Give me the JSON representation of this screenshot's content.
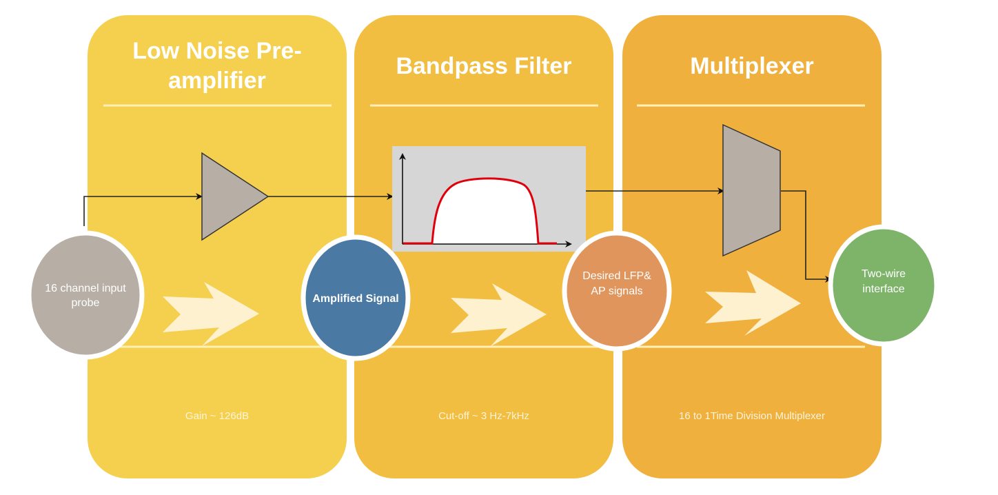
{
  "colors": {
    "panel_preamp": "#f5d04e",
    "panel_filter": "#f2be42",
    "panel_mux": "#f0b03e",
    "divider": "#fcefb8",
    "flow_arrow": "#fdf1d0",
    "node_probe": "#b7aea6",
    "node_amplified": "#4a7aa4",
    "node_desired": "#e0955c",
    "node_twowire": "#7db46a",
    "component_fill": "#b7aea6",
    "filter_bg": "#d6d6d6",
    "filter_curve": "#e0000b",
    "wire": "#222222"
  },
  "stages": [
    {
      "id": "preamp",
      "title_lines": [
        "Low Noise Pre-",
        "amplifier"
      ],
      "note": "Gain ~ 126dB"
    },
    {
      "id": "filter",
      "title_lines": [
        "Bandpass Filter"
      ],
      "note": "Cut-off ~ 3 Hz-7kHz"
    },
    {
      "id": "mux",
      "title_lines": [
        "Multiplexer"
      ],
      "note": "16 to 1Time Division Multiplexer"
    }
  ],
  "nodes": [
    {
      "id": "probe",
      "label_lines": [
        "16 channel input",
        "probe"
      ]
    },
    {
      "id": "amplified",
      "label_lines": [
        "Amplified Signal"
      ]
    },
    {
      "id": "desired",
      "label_lines": [
        "Desired LFP&",
        "AP signals"
      ]
    },
    {
      "id": "twowire",
      "label_lines": [
        "Two-wire",
        "interface"
      ]
    }
  ],
  "components": {
    "amplifier_icon": "amplifier-triangle",
    "filter_icon": "bandpass-response-plot",
    "mux_icon": "multiplexer-trapezoid"
  }
}
